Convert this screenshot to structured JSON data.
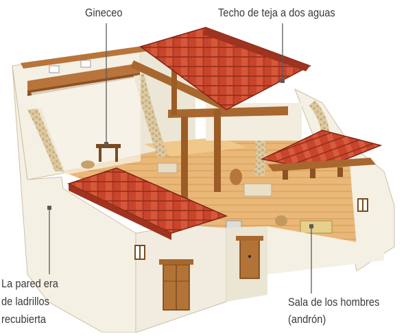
{
  "labels": {
    "gineceo": "Gineceo",
    "techo": "Techo de teja a dos aguas",
    "pared": [
      "La pared era",
      "de ladrillos",
      "recubierta"
    ],
    "sala": [
      "Sala de los hombres",
      "(andrón)"
    ]
  },
  "colors": {
    "roof_tile": "#c8452c",
    "roof_shade": "#9e3320",
    "wall": "#f4f0e4",
    "wall_shade": "#e2dccb",
    "floor": "#e9b777",
    "wood": "#a8672e",
    "stone": "#d8c39a",
    "door": "#b27436",
    "leader": "#5a5a5a"
  }
}
